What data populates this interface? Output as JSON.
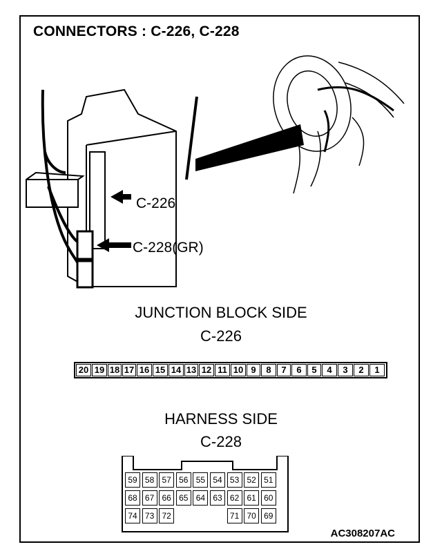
{
  "title": "CONNECTORS : C-226, C-228",
  "callouts": {
    "c226": "C-226",
    "c228": "C-228(GR)"
  },
  "section1": {
    "heading": "JUNCTION BLOCK SIDE",
    "connector": "C-226"
  },
  "c226_pins": [
    "20",
    "19",
    "18",
    "17",
    "16",
    "15",
    "14",
    "13",
    "12",
    "11",
    "10",
    "9",
    "8",
    "7",
    "6",
    "5",
    "4",
    "3",
    "2",
    "1"
  ],
  "section2": {
    "heading": "HARNESS SIDE",
    "connector": "C-228"
  },
  "c228_rows": [
    [
      "59",
      "58",
      "57",
      "56",
      "55",
      "54",
      "53",
      "52",
      "51"
    ],
    [
      "68",
      "67",
      "66",
      "65",
      "64",
      "63",
      "62",
      "61",
      "60"
    ],
    [
      "74",
      "73",
      "72",
      "",
      "",
      "",
      "71",
      "70",
      "69"
    ]
  ],
  "figure_code": "AC308207AC"
}
